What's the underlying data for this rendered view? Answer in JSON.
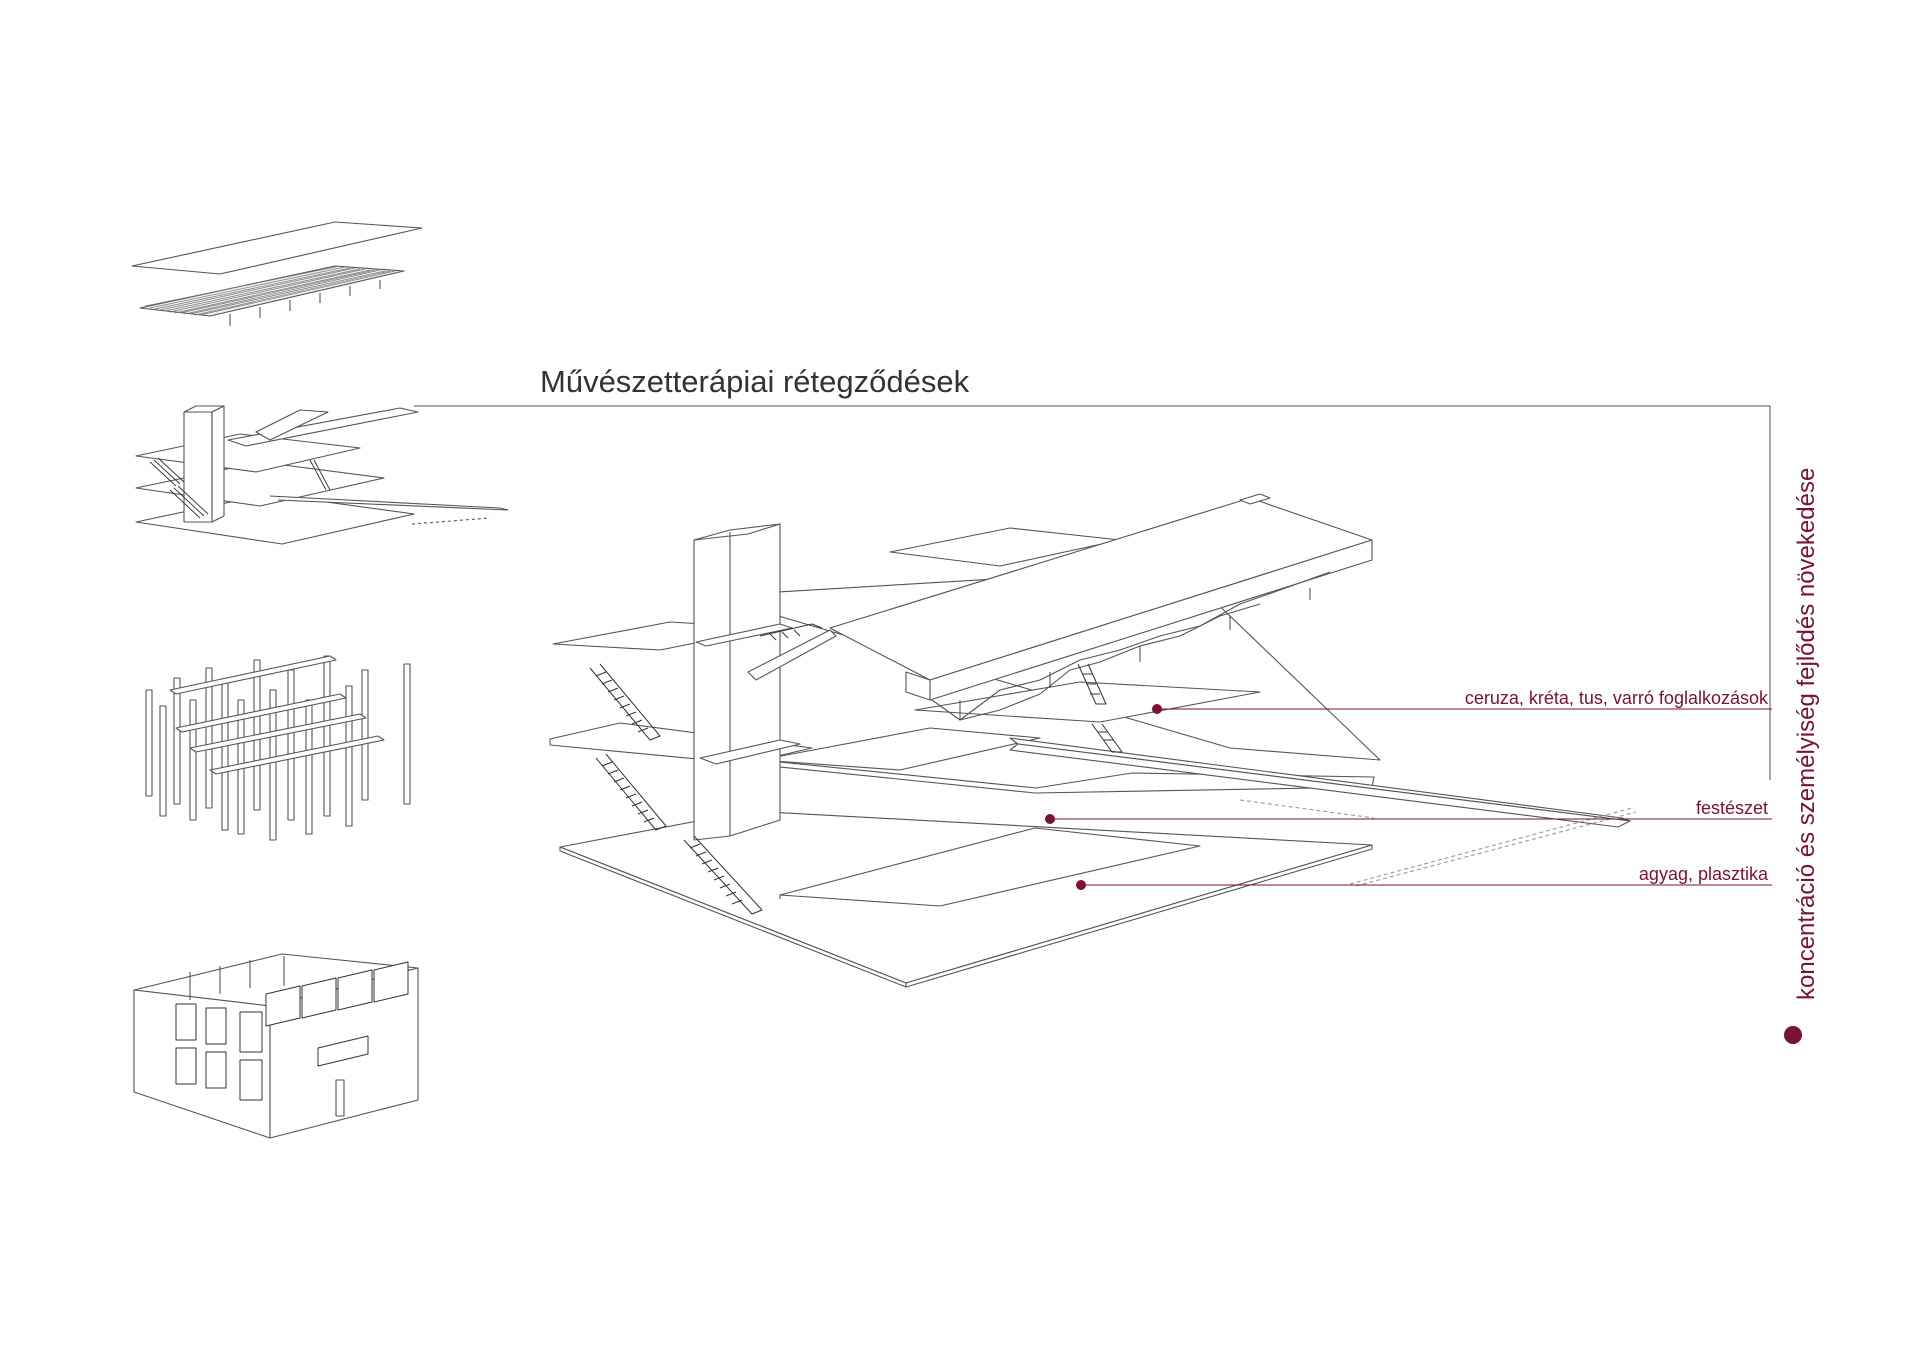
{
  "title": "Művészetterápiai rétegződések",
  "vertical_caption": "koncentráció és személyiség fejlődés növekedése",
  "layers": [
    {
      "label": "ceruza, kréta, tus, varró foglalkozások"
    },
    {
      "label": "festészet"
    },
    {
      "label": "agyag, plasztika"
    }
  ],
  "colors": {
    "accent": "#7a1232",
    "line": "#555555",
    "text": "#333333"
  }
}
